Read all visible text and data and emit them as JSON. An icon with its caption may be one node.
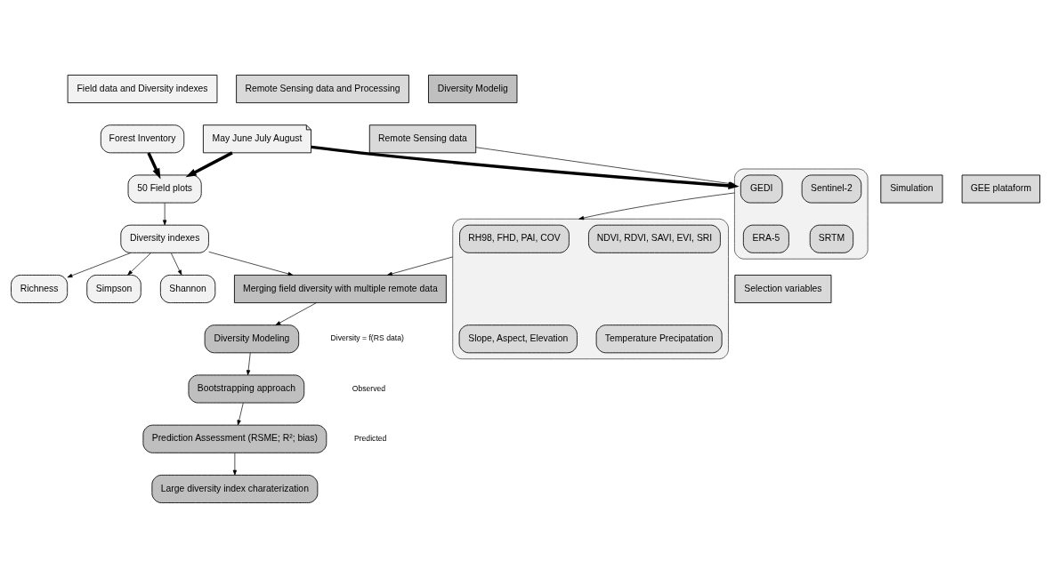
{
  "diagram": {
    "nodes": [
      {
        "text": [
          "Field data and Diversity indexes"
        ]
      },
      {
        "text": [
          "Remote Sensing data and Processing"
        ]
      },
      {
        "text": [
          "Diversity Modelig"
        ]
      },
      {
        "text": [
          "Forest Inventory"
        ]
      },
      {
        "text": [
          "May June July August"
        ]
      },
      {
        "text": [
          "50 Field plots"
        ]
      },
      {
        "text": [
          "Diversity indexes"
        ]
      },
      {
        "text": [
          "Simpson"
        ]
      },
      {
        "text": [
          "Shannon"
        ]
      },
      {
        "text": [
          "Richness"
        ]
      },
      {
        "text": [
          "Remote Sensing data"
        ]
      },
      {
        "text": [
          "Simulation"
        ]
      },
      {
        "text": [
          "GEE plataform"
        ]
      },
      {
        "text": [],
        "shape": "box"
      },
      {
        "text": [
          "GEDI"
        ],
        "in": 13
      },
      {
        "text": [
          "Sentinel-2"
        ],
        "in": 13
      },
      {
        "text": [
          "ERA-5"
        ],
        "in": 13
      },
      {
        "text": [
          "SRTM"
        ],
        "in": 13
      },
      {
        "text": [
          "Selection variables"
        ]
      },
      {
        "text": [],
        "shape": "box"
      },
      {
        "text": [
          "RH98, FHD, PAI, COV"
        ],
        "in": 19
      },
      {
        "text": [
          "NDVI, RDVI, SAVI, EVI, SRI"
        ],
        "in": 19
      },
      {
        "text": [
          "Temperature Precipatation"
        ],
        "in": 19
      },
      {
        "text": [
          "Slope, Aspect, Elevation"
        ],
        "in": 19
      },
      {
        "text": [
          "Merging field diversity with multiple remote data"
        ]
      },
      {
        "text": [
          "Diversity Modeling"
        ]
      },
      {
        "text": [
          "Bootstrapping approach"
        ]
      },
      {
        "text": [
          "Prediction Assessment (RSME; R²; bias)"
        ]
      },
      {
        "text": [
          "Large diversity index charaterization"
        ]
      }
    ],
    "edges": [
      {
        "from": 3,
        "to": 5,
        "arrow": "to",
        "style": "thick"
      },
      {
        "from": 4,
        "to": 5,
        "arrow": "to",
        "style": "thick"
      },
      {
        "from": 4,
        "to": 13,
        "arrow": "to",
        "style": "thick"
      },
      {
        "from": 5,
        "to": 6,
        "arrow": "to"
      },
      {
        "from": 6,
        "to": 7,
        "arrow": "to"
      },
      {
        "from": 6,
        "to": 8,
        "arrow": "to"
      },
      {
        "from": 6,
        "to": 9,
        "arrow": "to"
      },
      {
        "from": 10,
        "to": 13,
        "arrow": "to"
      },
      {
        "from": 13,
        "to": 19,
        "arrow": "to"
      },
      {
        "from": 6,
        "to": 24,
        "arrow": "to"
      },
      {
        "from": 19,
        "to": 24,
        "arrow": "to"
      },
      {
        "from": 24,
        "to": 25,
        "arrow": "to"
      },
      {
        "from": 25,
        "to": 26,
        "arrow": "to"
      },
      {
        "from": 26,
        "to": 27,
        "arrow": "to"
      },
      {
        "from": 27,
        "to": 28,
        "arrow": "to"
      }
    ],
    "labels": [
      "Diversity = f(RS data)",
      "Observed",
      "Predicted"
    ]
  }
}
